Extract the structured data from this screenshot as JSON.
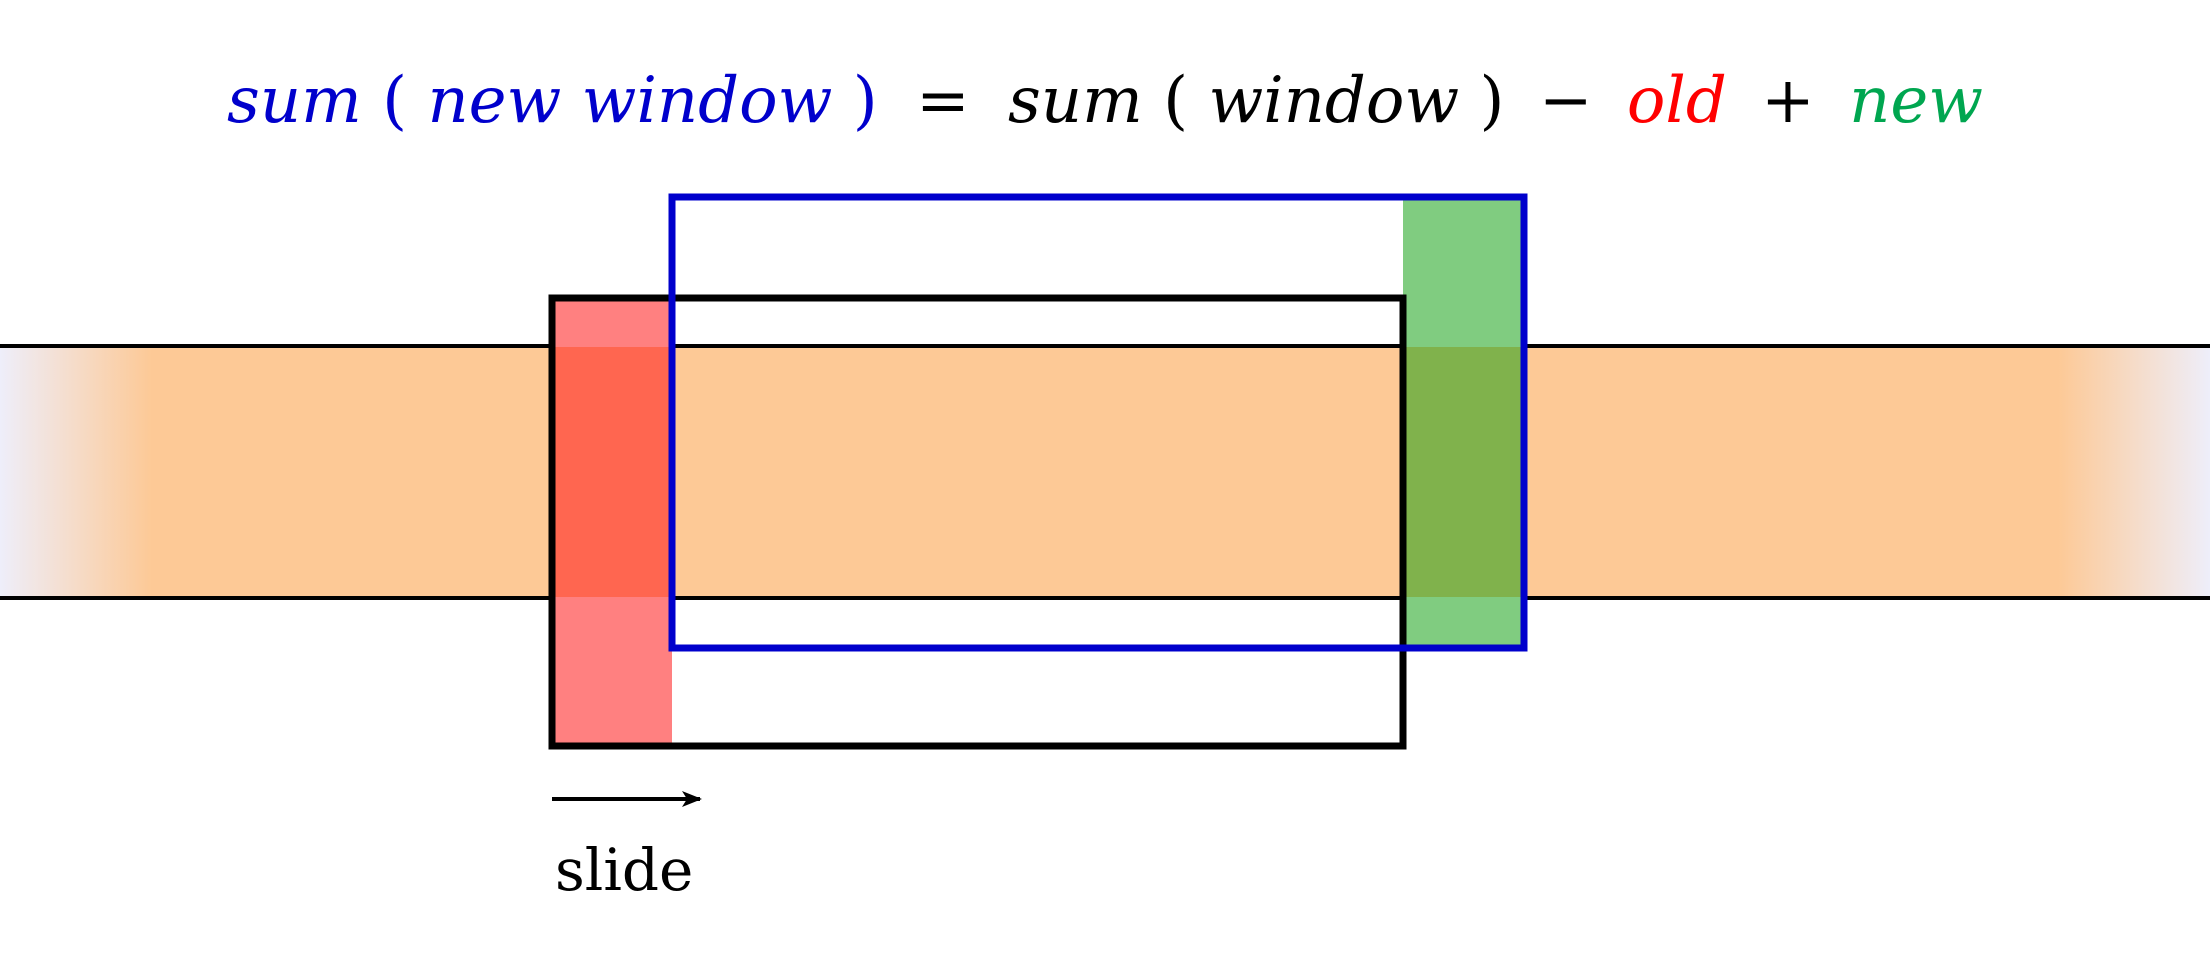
{
  "formula": {
    "lhs_func": "sum",
    "lhs_paren_open": "(",
    "lhs_arg": "new window",
    "lhs_paren_close": ")",
    "equals": "=",
    "rhs_func": "sum",
    "rhs_paren_open": "(",
    "rhs_arg": "window",
    "rhs_paren_close": ")",
    "minus": "−",
    "old": "old",
    "plus": "+",
    "new": "new"
  },
  "labels": {
    "slide": "slide"
  },
  "colors": {
    "new_window": "#0000cc",
    "window": "#000000",
    "old": "#ff0000",
    "new": "#00a650",
    "array_band": "#fdc996",
    "array_fade": "#eeeefa",
    "old_cell_fill": "#ff8080",
    "new_cell_fill": "#80cc80"
  }
}
